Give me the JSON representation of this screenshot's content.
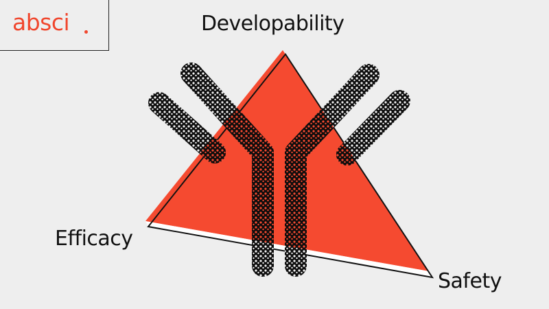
{
  "logo": {
    "text": "absci",
    "color": "#f0462d"
  },
  "labels": {
    "top": "Developability",
    "left": "Efficacy",
    "right": "Safety"
  },
  "colors": {
    "background": "#eeeeee",
    "triangle_fill": "#f54a30",
    "outline": "#111111",
    "antibody": "#0d0d0d"
  },
  "diagram": {
    "description": "Red triangle with offset black outline representing Developability, Efficacy and Safety; a textured black Y-shaped antibody overlays the triangle",
    "icon": "antibody-icon"
  }
}
